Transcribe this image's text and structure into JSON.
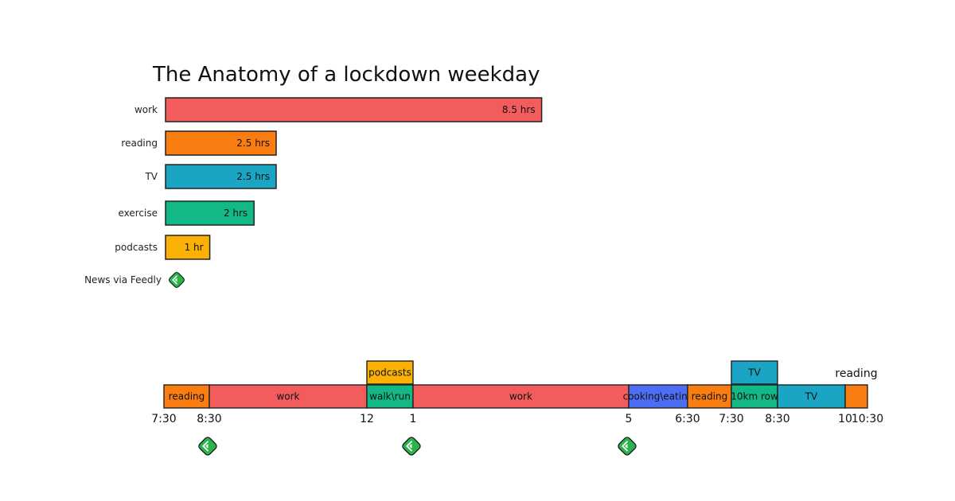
{
  "chart_data": [
    {
      "type": "bar",
      "orientation": "horizontal",
      "title": "The Anatomy of a lockdown weekday",
      "categories": [
        "work",
        "reading",
        "TV",
        "exercise",
        "podcasts"
      ],
      "values": [
        8.5,
        2.5,
        2.5,
        2,
        1
      ],
      "value_labels": [
        "8.5 hrs",
        "2.5 hrs",
        "2.5 hrs",
        "2 hrs",
        "1 hr"
      ],
      "colors": [
        "#f25c5c",
        "#fa7d12",
        "#1aa5c4",
        "#12b886",
        "#fab005"
      ],
      "extra_row": {
        "label": "News via Feedly",
        "icon": "feedly-icon"
      }
    },
    {
      "type": "timeline",
      "tick_labels": [
        "7:30",
        "8:30",
        "12",
        "1",
        "5",
        "6:30",
        "7:30",
        "8:30",
        "10",
        "10:30"
      ],
      "tick_hours": [
        7.5,
        8.5,
        12,
        13,
        17,
        18.5,
        19.5,
        20.5,
        22,
        22.5
      ],
      "segments": [
        {
          "activity": "reading",
          "label": "reading",
          "start": 7.5,
          "end": 8.5,
          "row": 0,
          "color": "#fa7d12"
        },
        {
          "activity": "work",
          "label": "work",
          "start": 8.5,
          "end": 12,
          "row": 0,
          "color": "#f25c5c"
        },
        {
          "activity": "exercise",
          "label": "walk\\run",
          "start": 12,
          "end": 13,
          "row": 0,
          "color": "#12b886"
        },
        {
          "activity": "podcasts",
          "label": "podcasts",
          "start": 12,
          "end": 13,
          "row": 1,
          "color": "#fab005"
        },
        {
          "activity": "work",
          "label": "work",
          "start": 13,
          "end": 17,
          "row": 0,
          "color": "#f25c5c"
        },
        {
          "activity": "cooking/eating",
          "label": "cooking\\eating",
          "start": 17,
          "end": 18.5,
          "row": 0,
          "color": "#4c6ef5"
        },
        {
          "activity": "reading",
          "label": "reading",
          "start": 18.5,
          "end": 19.5,
          "row": 0,
          "color": "#fa7d12"
        },
        {
          "activity": "exercise",
          "label": "10km row",
          "start": 19.5,
          "end": 20.5,
          "row": 0,
          "color": "#12b886"
        },
        {
          "activity": "TV",
          "label": "TV",
          "start": 19.5,
          "end": 20.5,
          "row": 1,
          "color": "#1aa5c4"
        },
        {
          "activity": "TV",
          "label": "TV",
          "start": 20.5,
          "end": 22,
          "row": 0,
          "color": "#1aa5c4"
        },
        {
          "activity": "reading",
          "label": "",
          "start": 22,
          "end": 22.5,
          "row": 0,
          "color": "#fa7d12"
        }
      ],
      "annotations": [
        {
          "text": "reading",
          "at": 22.5,
          "position": "above"
        }
      ],
      "feedly_markers_at": [
        8.5,
        13,
        17
      ]
    }
  ]
}
